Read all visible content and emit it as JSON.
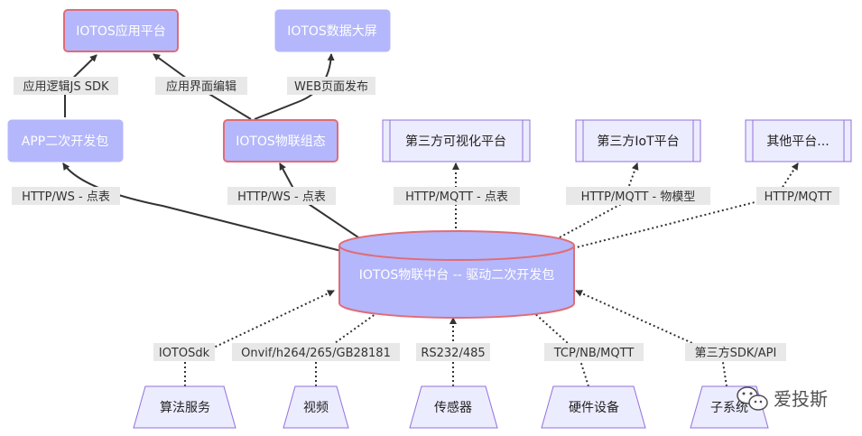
{
  "colors": {
    "node_fill": "#b4b7fb",
    "node_fill_light": "#ececff",
    "node_stroke_purple": "#9370db",
    "highlight_stroke": "#e06c75",
    "trap_fill": "#ececff",
    "label_bg": "#e8e8e8",
    "edge": "#333333",
    "text_light": "#ffffff",
    "text_dark": "#222222"
  },
  "nodes": {
    "app_platform": "IOTOS应用平台",
    "data_screen": "IOTOS数据大屏",
    "app_sdk": "APP二次开发包",
    "iot_config": "IOTOS物联组态",
    "third_vis": "第三方可视化平台",
    "third_iot": "第三方IoT平台",
    "other_platform": "其他平台...",
    "hub": "IOTOS物联中台 -- 驱动二次开发包",
    "algo": "算法服务",
    "video": "视频",
    "sensor": "传感器",
    "hardware": "硬件设备",
    "subsystem": "子系统"
  },
  "edge_labels": {
    "js_sdk": "应用逻辑JS SDK",
    "ui_edit": "应用界面编辑",
    "web_publish": "WEB页面发布",
    "http_ws_1": "HTTP/WS - 点表",
    "http_ws_2": "HTTP/WS - 点表",
    "http_mqtt_points": "HTTP/MQTT - 点表",
    "http_mqtt_model": "HTTP/MQTT - 物模型",
    "http_mqtt": "HTTP/MQTT",
    "iotosdk": "IOTOSdk",
    "onvif": "Onvif/h264/265/GB28181",
    "rs232": "RS232/485",
    "tcp": "TCP/NB/MQTT",
    "third_sdk": "第三方SDK/API"
  },
  "watermark": "爱投斯"
}
